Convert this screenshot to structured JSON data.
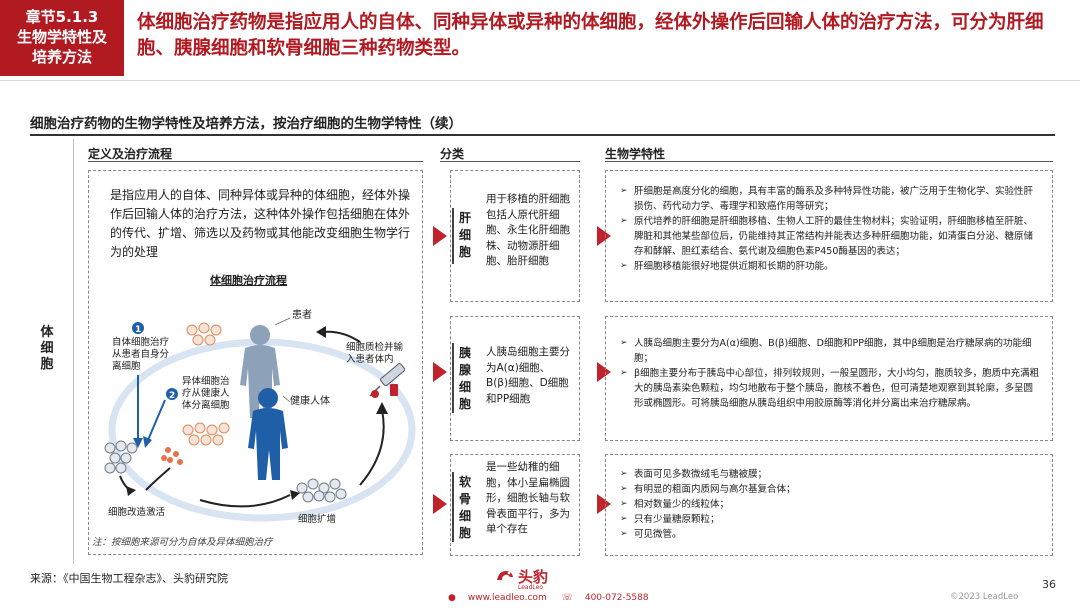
{
  "header": {
    "section": "章节5.1.3",
    "section_title_line1": "生物学特性及",
    "section_title_line2": "培养方法",
    "headline": "体细胞治疗药物是指应用人的自体、同种异体或异种的体细胞，经体外操作后回输人体的治疗方法，可分为肝细胞、胰腺细胞和软骨细胞三种药物类型。"
  },
  "subtitle": "细胞治疗药物的生物学特性及培养方法，按治疗细胞的生物学特性（续）",
  "columns": {
    "definition": "定义及治疗流程",
    "category": "分类",
    "biology": "生物学特性"
  },
  "side_label": "体细胞",
  "definition_text": "是指应用人的自体、同种异体或异种的体细胞，经体外操作后回输人体的治疗方法，这种体外操作包括细胞在体外的传代、扩增、筛选以及药物或其他能改变细胞生物学行为的处理",
  "flow": {
    "title": "体细胞治疗流程",
    "patient": "患者",
    "healthy": "健康人体",
    "step1_num": "1",
    "step1": [
      "自体细胞治疗",
      "从患者自身分",
      "离细胞"
    ],
    "step2_num": "2",
    "step2": [
      "异体细胞治",
      "疗从健康人",
      "体分离细胞"
    ],
    "qc": [
      "细胞质检并输",
      "入患者体内"
    ],
    "activate": "细胞改造激活",
    "expand": "细胞扩增",
    "note": "注：按细胞来源可分为自体及异体细胞治疗"
  },
  "types": [
    {
      "name": "肝细胞",
      "desc": "用于移植的肝细胞包括人原代肝细胞、永生化肝细胞株、动物源肝细胞、胎肝细胞",
      "bio": [
        "肝细胞是高度分化的细胞，具有丰富的酶系及多种特异性功能，被广泛用于生物化学、实验性肝损伤、药代动力学、毒理学和致癌作用等研究；",
        "原代培养的肝细胞是肝细胞移植、生物人工肝的最佳生物材料；实验证明，肝细胞移植至肝脏、脾脏和其他某些部位后，仍能维持其正常结构并能表达多种肝细胞功能，如清蛋白分泌、糖原储存和酵解、胆红素结合、氨代谢及细胞色素P450酶基因的表达；",
        "肝细胞移植能很好地提供近期和长期的肝功能。"
      ]
    },
    {
      "name": "胰腺细胞",
      "desc": "人胰岛细胞主要分为A(α)细胞、B(β)细胞、D细胞和PP细胞",
      "bio": [
        "人胰岛细胞主要分为A(α)细胞、B(β)细胞、D细胞和PP细胞，其中β细胞是治疗糖尿病的功能细胞；",
        "β细胞主要分布于胰岛中心部位，排列较规则，一般呈圆形，大小均匀，胞质较多，胞质中充满粗大的胰岛素染色颗粒，均匀地散布于整个胰岛，胞核不着色，但可清楚地观察到其轮廓，多呈圆形或椭圆形。可将胰岛细胞从胰岛组织中用胶原酶等消化并分离出来治疗糖尿病。"
      ]
    },
    {
      "name": "软骨细胞",
      "desc": "是一些幼稚的细胞，体小呈扁椭圆形，细胞长轴与软骨表面平行，多为单个存在",
      "bio": [
        "表面可见多数微绒毛与糖被膜；",
        "有明显的粗面内质网与高尔基复合体；",
        "相对数量少的线粒体；",
        "只有少量糖原颗粒；",
        "可见微管。"
      ]
    }
  ],
  "footer": {
    "source": "来源：《中国生物工程杂志》、头豹研究院",
    "logo_text": "头豹",
    "logo_sub": "LeadLeo",
    "website": "www.leadleo.com",
    "phone": "400-072-5588",
    "page": "36",
    "copyright": "©2023 LeadLeo"
  },
  "colors": {
    "brand_red": "#b21a22",
    "accent_red": "#c0232b",
    "figure_blue": "#1f5fa8"
  }
}
